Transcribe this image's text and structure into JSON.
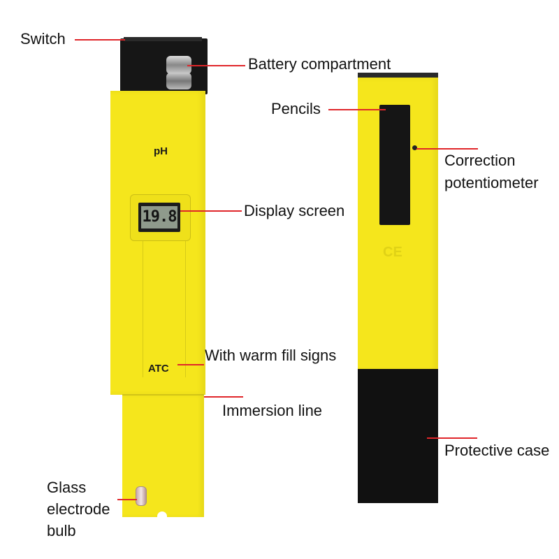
{
  "meter": {
    "brand_text": "pH",
    "display_reading": "19.8",
    "atc_text": "ATC",
    "back_mark": "CE",
    "colors": {
      "body": "#f5e61c",
      "case": "#111111",
      "callout_line": "#e0262a"
    }
  },
  "labels": {
    "switch": "Switch",
    "battery": "Battery compartment",
    "pencils": "Pencils",
    "correction_1": "Correction",
    "correction_2": "potentiometer",
    "display": "Display screen",
    "warm_fill": "With warm fill signs",
    "immersion": "Immersion line",
    "protective": "Protective case",
    "glass_1": "Glass",
    "glass_2": "electrode",
    "glass_3": "bulb"
  }
}
